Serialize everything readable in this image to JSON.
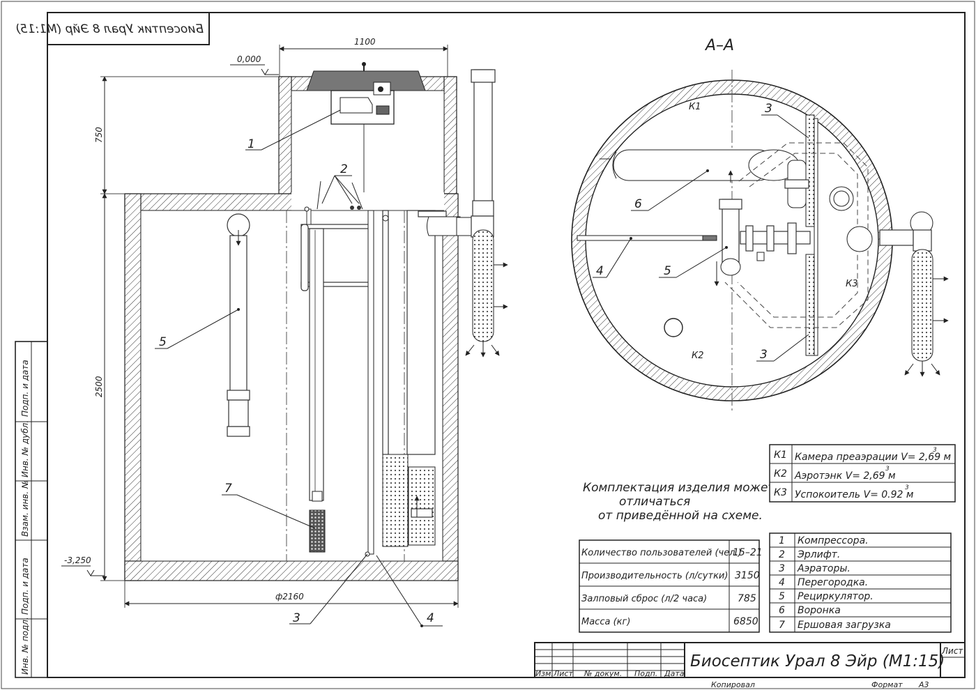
{
  "drawing": {
    "title_mirrored": "Биосептик Урал 8 Эйр (М1:15)",
    "section_label": "А–А",
    "dims": {
      "width_top": "1100",
      "level_zero": "0,000",
      "height_neck": "750",
      "height_body": "2500",
      "level_bottom": "-3,250",
      "diameter": "ф2160"
    },
    "callouts_front": [
      "1",
      "2",
      "5",
      "7",
      "3",
      "4"
    ],
    "callouts_section": [
      "3",
      "6",
      "4",
      "5",
      "3"
    ],
    "chamber_labels": [
      "К1",
      "К2",
      "К3"
    ]
  },
  "note": {
    "line1": "Комплектация изделия может",
    "line2": "отличаться",
    "line3": "от приведённой на схеме."
  },
  "chambers_table": [
    {
      "code": "К1",
      "text": "Камера преаэрации V= 2,69 м",
      "sup": "3"
    },
    {
      "code": "К2",
      "text": "Аэротэнк V= 2,69 м",
      "sup": "3"
    },
    {
      "code": "К3",
      "text": "Успокоитель V= 0.92 м",
      "sup": "3"
    }
  ],
  "specs_table": [
    {
      "label": "Количество пользователей (чел.)",
      "value": "15–21"
    },
    {
      "label": "Производительность (л/сутки)",
      "value": "3150"
    },
    {
      "label": "Залповый сброс (л/2 часа)",
      "value": "785"
    },
    {
      "label": "Масса (кг)",
      "value": "6850"
    }
  ],
  "parts_table": [
    {
      "num": "1",
      "name": "Компрессора."
    },
    {
      "num": "2",
      "name": "Эрлифт."
    },
    {
      "num": "3",
      "name": "Аэраторы."
    },
    {
      "num": "4",
      "name": "Перегородка."
    },
    {
      "num": "5",
      "name": "Рециркулятор."
    },
    {
      "num": "6",
      "name": "Воронка"
    },
    {
      "num": "7",
      "name": "Ершовая загрузка"
    }
  ],
  "side_stamp": [
    "Инв. № подл.",
    "Подп. и дата",
    "Взам. инв. №",
    "Инв. № дубл.",
    "Подп. и дата"
  ],
  "title_block": {
    "title": "Биосептик Урал 8 Эйр (М1:15)",
    "sheet": "Лист",
    "cols": [
      "Изм.",
      "Лист",
      "№ докум.",
      "Подп.",
      "Дата"
    ],
    "copied": "Копировал",
    "format_label": "Формат",
    "format_value": "А3"
  }
}
